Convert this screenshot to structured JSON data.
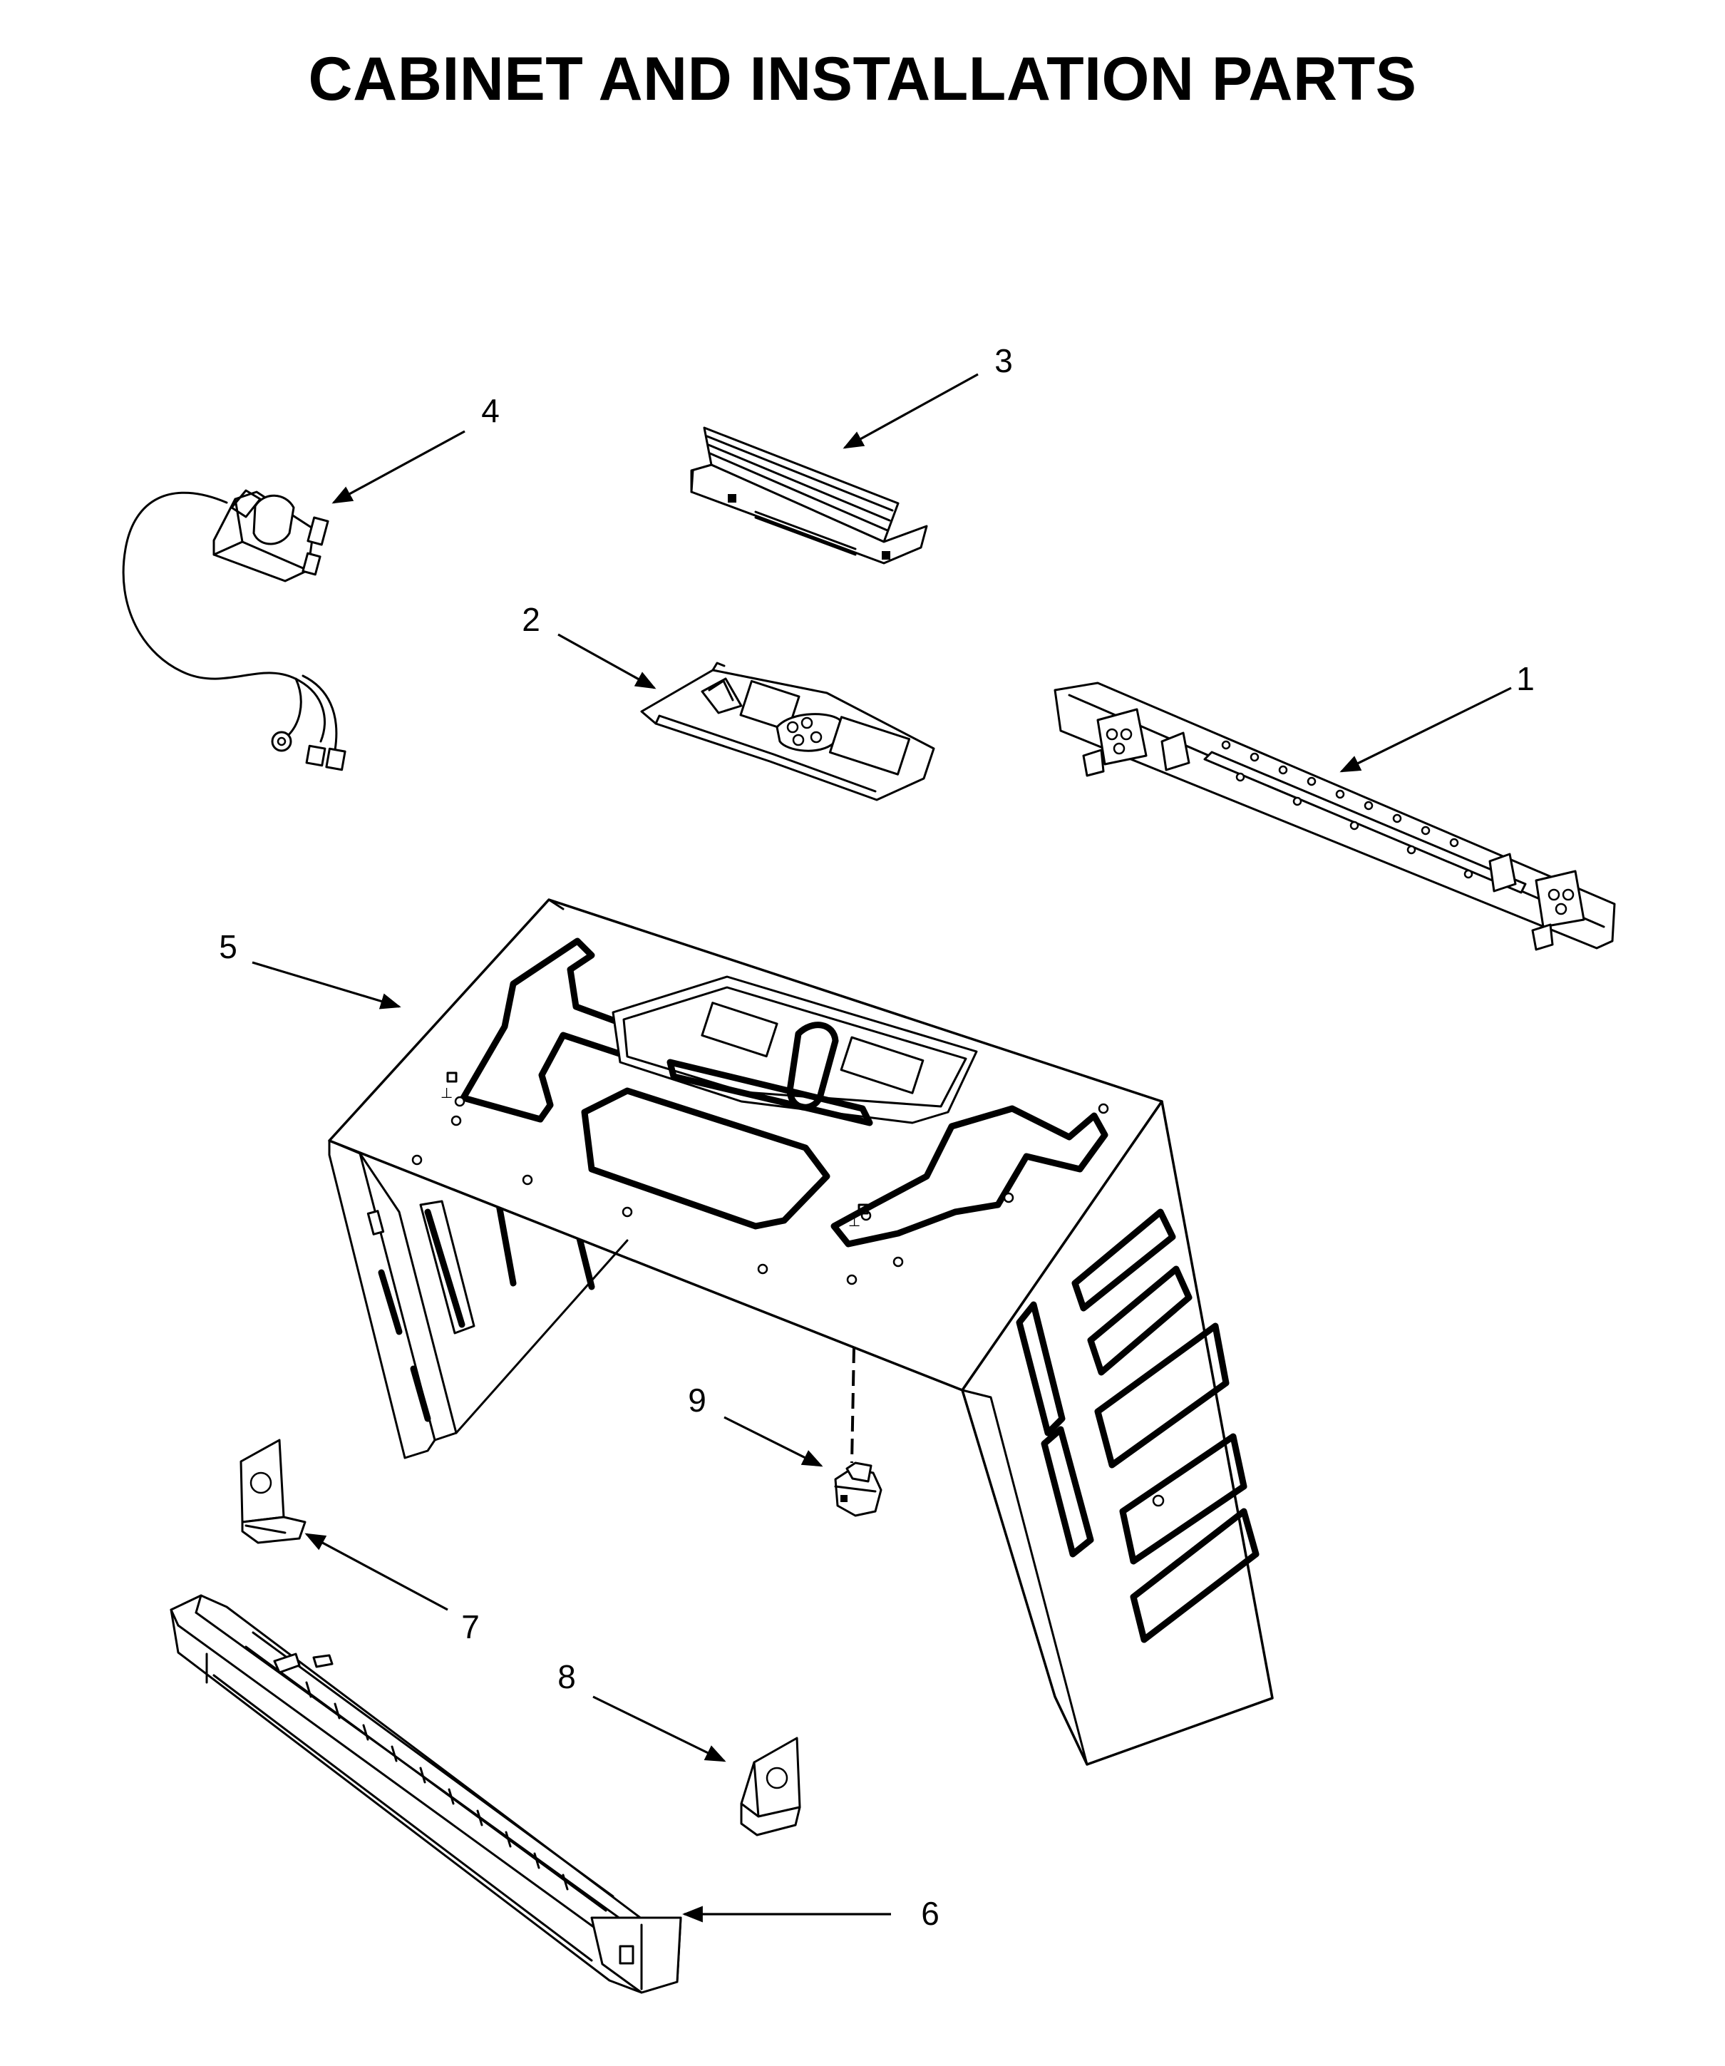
{
  "title": "CABINET AND INSTALLATION PARTS",
  "callouts": [
    "1",
    "2",
    "3",
    "4",
    "5",
    "6",
    "7",
    "8",
    "9"
  ]
}
